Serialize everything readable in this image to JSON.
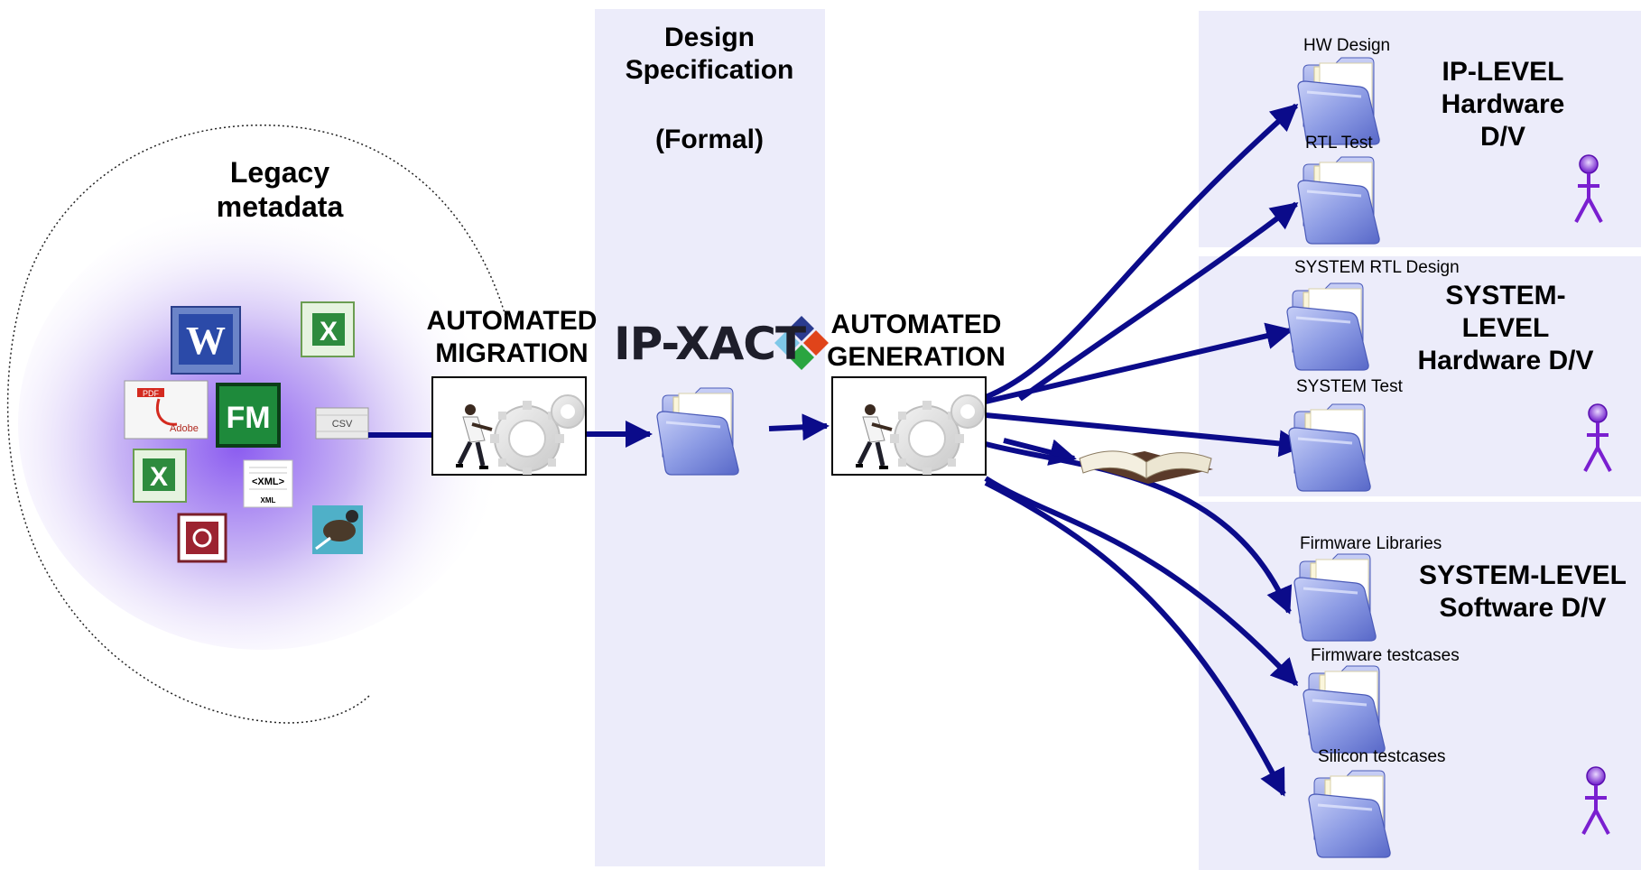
{
  "legacy": {
    "title": "Legacy\nmetadata",
    "icons": [
      "word-icon",
      "excel-icon",
      "pdf-icon",
      "framemaker-icon",
      "csv-icon",
      "excel-icon",
      "xml-icon",
      "access-icon",
      "bird-icon"
    ],
    "pdf_label": "PDF",
    "adobe_label": "Adobe",
    "fm_label": "FM",
    "csv_label": "CSV",
    "xml_label": "<XML>",
    "xml_caption": "XML"
  },
  "migration": {
    "label": "AUTOMATED\nMIGRATION"
  },
  "spec": {
    "title": "Design\nSpecification",
    "subtitle": "(Formal)"
  },
  "logo": {
    "text": "IP-XACT"
  },
  "generation": {
    "label": "AUTOMATED\nGENERATION"
  },
  "panels": {
    "ip_level": {
      "title": "IP-LEVEL\nHardware\nD/V",
      "folders": [
        "HW  Design",
        "RTL Test"
      ]
    },
    "system_hw": {
      "title": "SYSTEM-\nLEVEL\nHardware D/V",
      "folders": [
        "SYSTEM RTL Design",
        "SYSTEM  Test"
      ]
    },
    "system_sw": {
      "title": "SYSTEM-LEVEL\nSoftware D/V",
      "folders": [
        "Firmware Libraries",
        "Firmware testcases",
        "Silicon testcases"
      ]
    }
  },
  "colors": {
    "panel": "#ececfa",
    "arrow": "#0b0b8a",
    "person": "#7a1fd0",
    "folder": "#8e9ce6"
  }
}
